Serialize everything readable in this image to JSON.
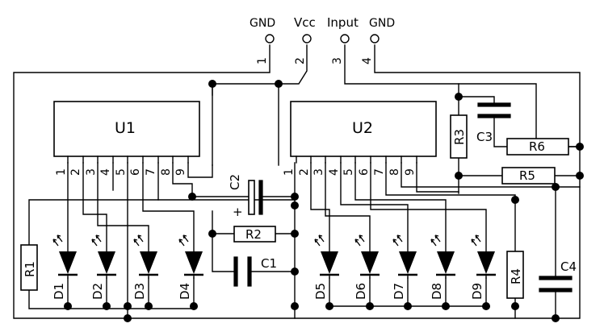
{
  "terminals": {
    "gnd1": "GND",
    "vcc": "Vcc",
    "input": "Input",
    "gnd2": "GND",
    "n1": "1",
    "n2": "2",
    "n3": "3",
    "n4": "4"
  },
  "ics": {
    "u1": "U1",
    "u2": "U2"
  },
  "pins": [
    "1",
    "2",
    "3",
    "4",
    "5",
    "6",
    "7",
    "8",
    "9"
  ],
  "resistors": {
    "r1": "R1",
    "r2": "R2",
    "r3": "R3",
    "r4": "R4",
    "r5": "R5",
    "r6": "R6"
  },
  "capacitors": {
    "c1": "C1",
    "c2": "C2",
    "c3": "C3",
    "c4": "C4",
    "c2_plus": "+"
  },
  "leds": [
    "D1",
    "D2",
    "D3",
    "D4",
    "D5",
    "D6",
    "D7",
    "D8",
    "D9"
  ]
}
